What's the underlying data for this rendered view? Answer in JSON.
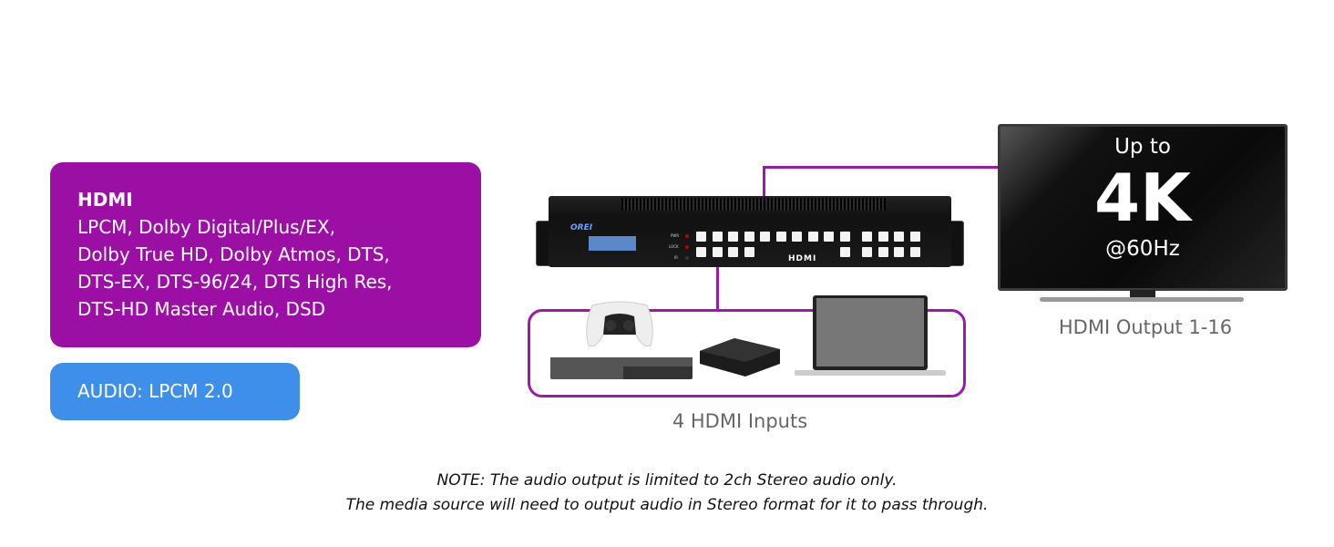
{
  "input_formats": {
    "title": "HDMI",
    "lines": [
      "LPCM, Dolby Digital/Plus/EX,",
      "Dolby True HD, Dolby Atmos, DTS,",
      "DTS-EX, DTS-96/24, DTS High Res,",
      "DTS-HD Master Audio, DSD"
    ]
  },
  "audio_output": "AUDIO: LPCM 2.0",
  "switch": {
    "brand": "OREI",
    "logo": "HDMI",
    "indicators": [
      "PWR",
      "LOCK",
      "IR"
    ]
  },
  "inputs_caption": "4 HDMI Inputs",
  "display": {
    "line1": "Up to",
    "line2": "4K",
    "line3": "@60Hz",
    "caption": "HDMI Output 1-16"
  },
  "note": [
    "NOTE: The audio output is limited to 2ch Stereo audio only.",
    "The media source will need to output audio in Stereo format for it to pass through."
  ],
  "colors": {
    "purple": "#9b0fa4",
    "blue": "#3d8fea"
  }
}
